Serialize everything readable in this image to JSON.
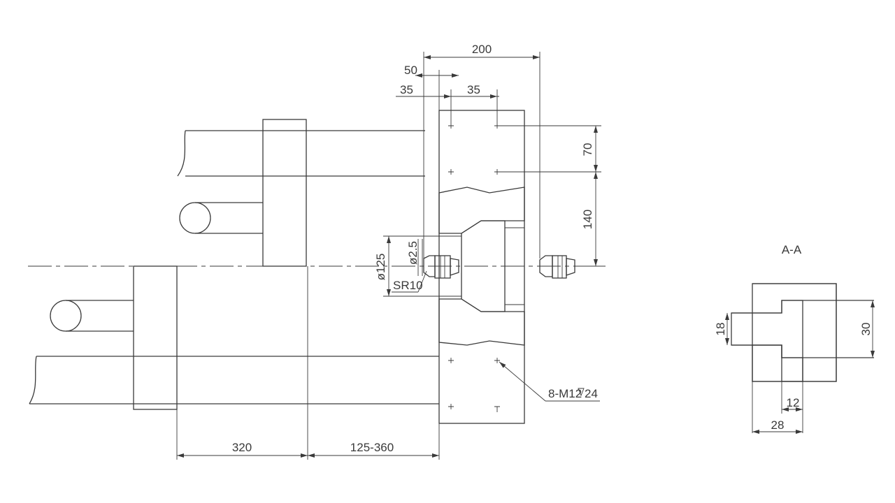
{
  "dimensions": {
    "d200": "200",
    "d50": "50",
    "d35a": "35",
    "d35b": "35",
    "d70": "70",
    "d140": "140",
    "d125": "ø125",
    "d2_5": "ø2.5",
    "sr10": "SR10",
    "m12": "8-M12",
    "m12_depth": "24",
    "d320": "320",
    "d125_360": "125-360"
  },
  "section": {
    "title": "A-A",
    "d18": "18",
    "d30": "30",
    "d12": "12",
    "d28": "28"
  }
}
